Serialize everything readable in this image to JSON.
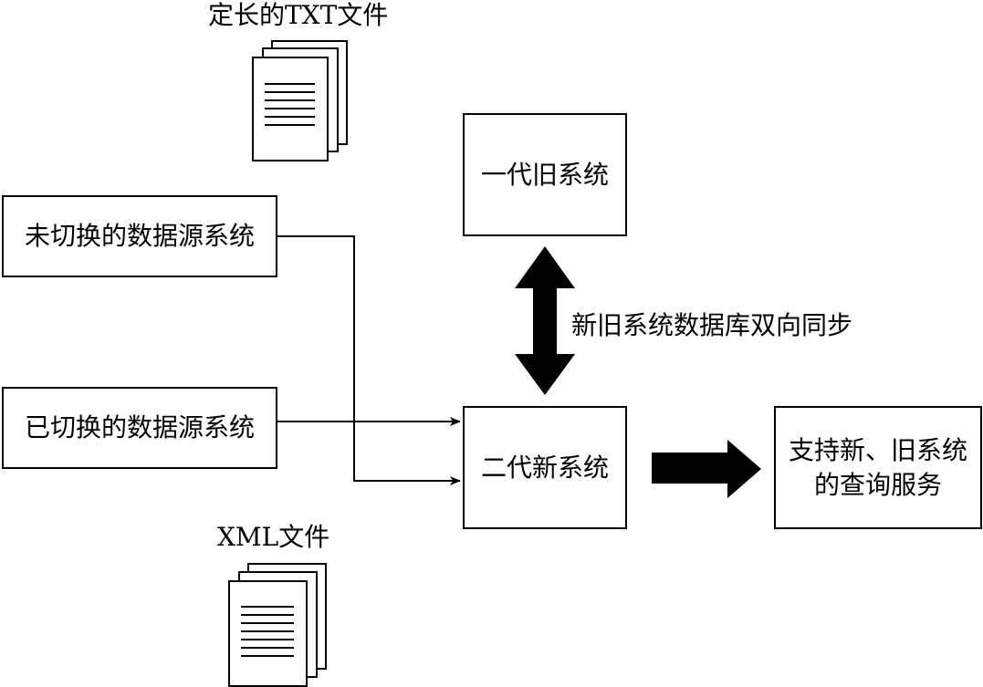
{
  "labels": {
    "txt_files": "定长的TXT文件",
    "xml_files": "XML文件",
    "sync": "新旧系统数据库双向同步"
  },
  "boxes": {
    "unswitched": "未切换的数据源系统",
    "switched": "已切换的数据源系统",
    "gen1": "一代旧系统",
    "gen2": "二代新系统",
    "service_line1": "支持新、旧系统",
    "service_line2": "的查询服务"
  },
  "icons": [
    "document-stack-icon",
    "document-stack-icon"
  ],
  "colors": {
    "line": "#000000",
    "background": "#ffffff"
  }
}
